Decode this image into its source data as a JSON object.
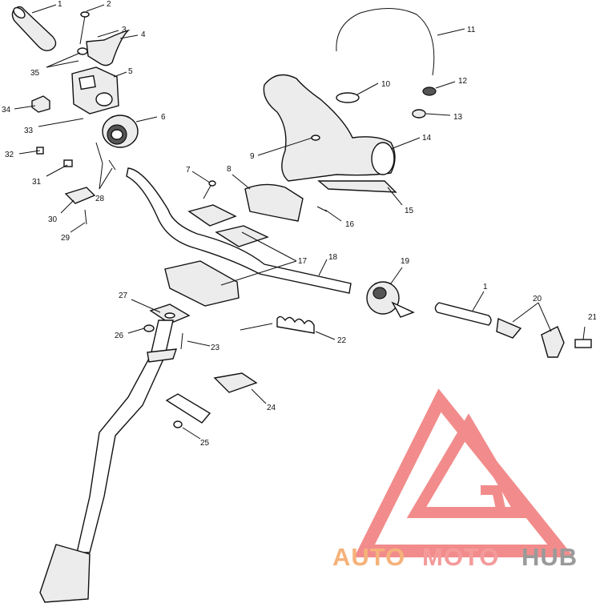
{
  "diagram": {
    "callouts": [
      {
        "id": "c1a",
        "label": "1"
      },
      {
        "id": "c2",
        "label": "2"
      },
      {
        "id": "c3",
        "label": "3"
      },
      {
        "id": "c4",
        "label": "4"
      },
      {
        "id": "c35",
        "label": "35"
      },
      {
        "id": "c5",
        "label": "5"
      },
      {
        "id": "c34",
        "label": "34"
      },
      {
        "id": "c33",
        "label": "33"
      },
      {
        "id": "c6",
        "label": "6"
      },
      {
        "id": "c32",
        "label": "32"
      },
      {
        "id": "c31",
        "label": "31"
      },
      {
        "id": "c28",
        "label": "28"
      },
      {
        "id": "c30",
        "label": "30"
      },
      {
        "id": "c29",
        "label": "29"
      },
      {
        "id": "c11",
        "label": "11"
      },
      {
        "id": "c10",
        "label": "10"
      },
      {
        "id": "c12",
        "label": "12"
      },
      {
        "id": "c13",
        "label": "13"
      },
      {
        "id": "c14",
        "label": "14"
      },
      {
        "id": "c9",
        "label": "9"
      },
      {
        "id": "c15",
        "label": "15"
      },
      {
        "id": "c7",
        "label": "7"
      },
      {
        "id": "c8",
        "label": "8"
      },
      {
        "id": "c16",
        "label": "16"
      },
      {
        "id": "c17",
        "label": "17"
      },
      {
        "id": "c18",
        "label": "18"
      },
      {
        "id": "c19",
        "label": "19"
      },
      {
        "id": "c1b",
        "label": "1"
      },
      {
        "id": "c20",
        "label": "20"
      },
      {
        "id": "c21",
        "label": "21"
      },
      {
        "id": "c27",
        "label": "27"
      },
      {
        "id": "c26",
        "label": "26"
      },
      {
        "id": "c23",
        "label": "23"
      },
      {
        "id": "c22",
        "label": "22"
      },
      {
        "id": "c24",
        "label": "24"
      },
      {
        "id": "c25",
        "label": "25"
      }
    ]
  },
  "watermark": {
    "word_auto": "AUTO",
    "word_moto": "MOTO",
    "word_hub": "HUB",
    "color_auto": "#f5b27a",
    "color_moto": "#f49a9a",
    "color_hub": "#9a9a9a",
    "logo_color": "#f07878"
  }
}
